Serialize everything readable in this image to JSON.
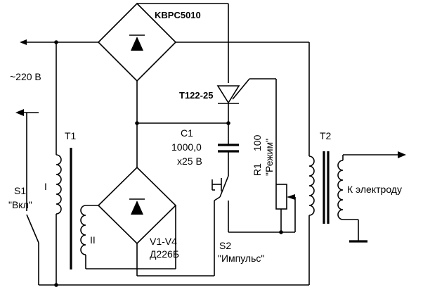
{
  "labels": {
    "bridge_top": "KBPC5010",
    "mains": "~220 В",
    "thyristor": "Т122-25",
    "t1": "T1",
    "t1_primary": "I",
    "t1_secondary": "II",
    "c1_name": "C1",
    "c1_value": "1000,0",
    "c1_voltage": "x25 В",
    "r1_name": "R1",
    "r1_value": "100",
    "r1_mode": "\"Режим\"",
    "t2": "T2",
    "electrode": "К электроду",
    "s1_name": "S1",
    "s1_label": "\"Вкл\"",
    "diodes_name": "V1-V4",
    "diodes_type": "Д226Б",
    "s2_name": "S2",
    "s2_label": "\"Импульс\""
  }
}
